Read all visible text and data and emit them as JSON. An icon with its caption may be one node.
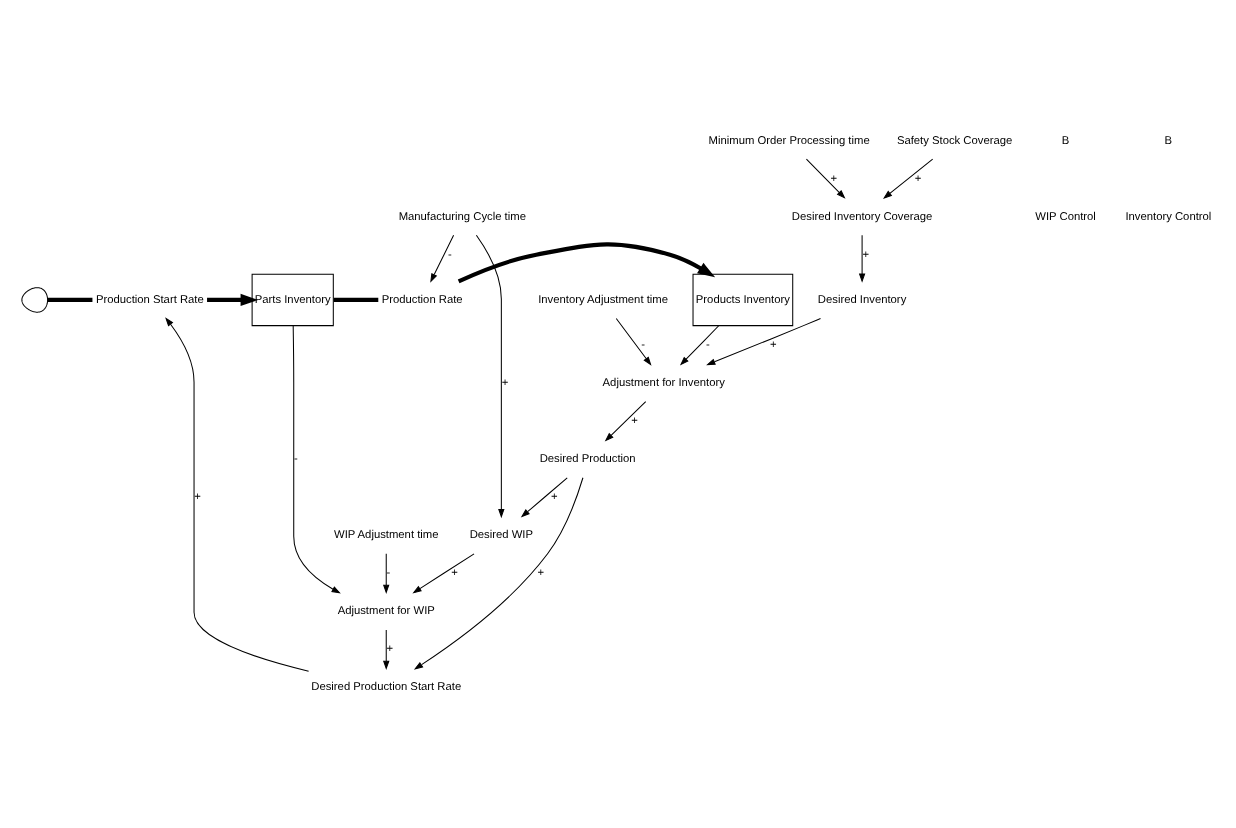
{
  "diagram": {
    "nodes": [
      {
        "text": [],
        "shape": "cloud"
      },
      {
        "text": [
          "Production Start Rate"
        ]
      },
      {
        "text": [
          "Parts Inventory"
        ]
      },
      {
        "text": [
          "Production Rate"
        ]
      },
      {
        "text": [
          "Products Inventory"
        ]
      },
      {
        "text": [
          "Desired Production Start Rate"
        ]
      },
      {
        "text": [
          "Adjustment for WIP"
        ]
      },
      {
        "text": [
          "Manufacturing Cycle time"
        ]
      },
      {
        "text": [
          "Inventory Adjustment time"
        ]
      },
      {
        "text": [
          "WIP Adjustment time"
        ]
      },
      {
        "text": [
          "Desired WIP"
        ]
      },
      {
        "text": [
          "Adjustment for Inventory"
        ]
      },
      {
        "text": [
          "Minimum Order Processing time"
        ]
      },
      {
        "text": [
          "Desired Production"
        ]
      },
      {
        "text": [
          "Desired Inventory"
        ]
      },
      {
        "text": [
          "Safety Stock Coverage"
        ]
      },
      {
        "text": [
          "Desired Inventory Coverage"
        ]
      }
    ],
    "edges": [
      {
        "from": 0,
        "to": 1,
        "arrow": "none",
        "style": "thick"
      },
      {
        "from": 1,
        "to": 2,
        "arrow": "to",
        "style": "thick"
      },
      {
        "from": 2,
        "to": 3,
        "arrow": "none",
        "style": "thick"
      },
      {
        "from": 3,
        "to": 4,
        "arrow": "to",
        "style": "thick"
      },
      {
        "from": 5,
        "to": 1,
        "arrow": "to",
        "label": "+"
      },
      {
        "from": 2,
        "to": 6,
        "arrow": "to",
        "label": "-"
      },
      {
        "from": 7,
        "to": 3,
        "arrow": "to",
        "label": "-"
      },
      {
        "from": 6,
        "to": 5,
        "arrow": "to",
        "label": "+"
      },
      {
        "from": 9,
        "to": 6,
        "arrow": "to",
        "label": "-"
      },
      {
        "from": 10,
        "to": 6,
        "arrow": "to",
        "label": "+"
      },
      {
        "from": 7,
        "to": 10,
        "arrow": "to",
        "label": "+"
      },
      {
        "from": 13,
        "to": 10,
        "arrow": "to",
        "label": "+"
      },
      {
        "from": 13,
        "to": 5,
        "arrow": "to",
        "label": "+"
      },
      {
        "from": 8,
        "to": 11,
        "arrow": "to",
        "label": "-"
      },
      {
        "from": 4,
        "to": 11,
        "arrow": "to",
        "label": "-"
      },
      {
        "from": 11,
        "to": 13,
        "arrow": "to",
        "label": "+"
      },
      {
        "from": 14,
        "to": 11,
        "arrow": "to",
        "label": "+"
      },
      {
        "from": 16,
        "to": 14,
        "arrow": "to",
        "label": "+"
      },
      {
        "from": 12,
        "to": 16,
        "arrow": "to",
        "label": "+"
      },
      {
        "from": 15,
        "to": 16,
        "arrow": "to",
        "label": "+"
      }
    ],
    "labels": [
      "B",
      "WIP Control",
      "B",
      "Inventory Control"
    ]
  }
}
